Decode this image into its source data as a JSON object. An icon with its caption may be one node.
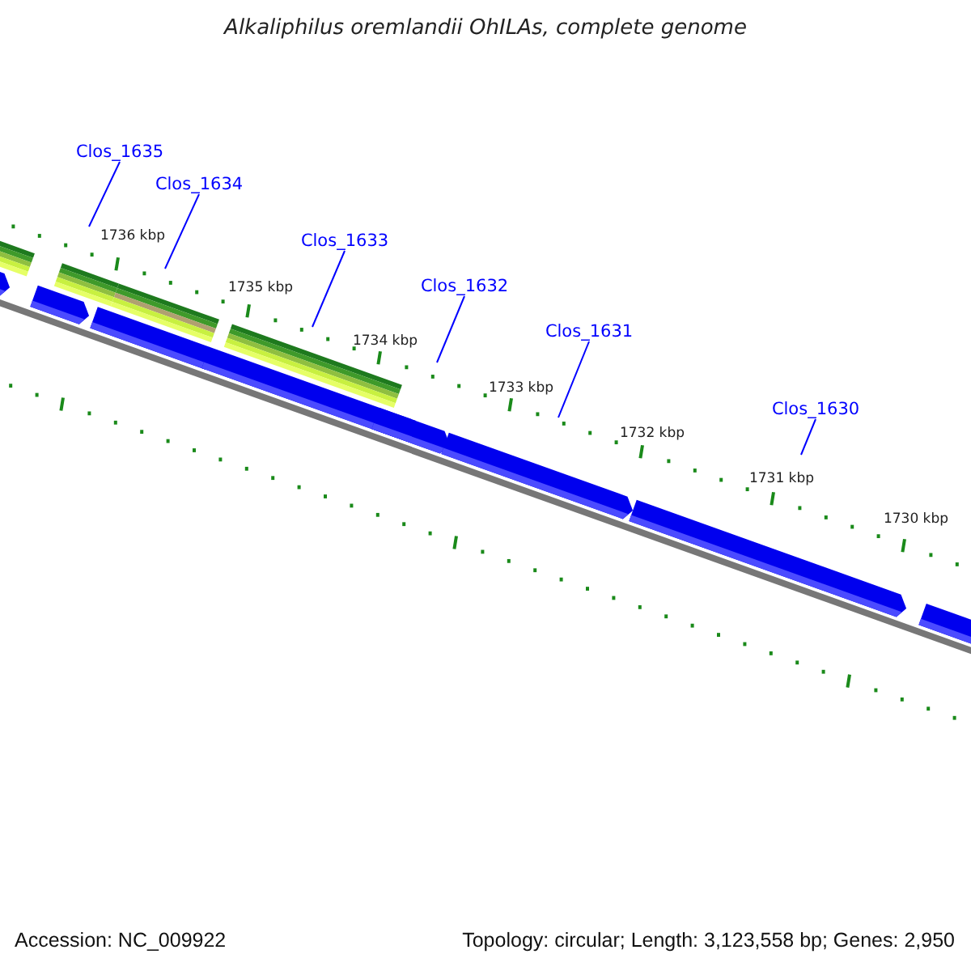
{
  "diagram": {
    "title": "Alkaliphilus oremlandii OhILAs, complete genome",
    "nodes": [
      {
        "text": [
          "Clos_1635"
        ]
      },
      {
        "text": [
          "Clos_1634"
        ]
      },
      {
        "text": [
          "Clos_1633"
        ]
      },
      {
        "text": [
          "Clos_1632"
        ]
      },
      {
        "text": [
          "Clos_1631"
        ]
      },
      {
        "text": [
          "Clos_1630"
        ]
      }
    ],
    "edges": [
      {
        "from": 0,
        "to": null,
        "arrow": "none"
      },
      {
        "from": 1,
        "to": null,
        "arrow": "none"
      },
      {
        "from": 2,
        "to": null,
        "arrow": "none"
      },
      {
        "from": 3,
        "to": null,
        "arrow": "none"
      },
      {
        "from": 4,
        "to": null,
        "arrow": "none"
      },
      {
        "from": 5,
        "to": null,
        "arrow": "none"
      }
    ],
    "labels": [
      "1736 kbp",
      "1735 kbp",
      "1734 kbp",
      "1733 kbp",
      "1732 kbp",
      "1731 kbp",
      "1730 kbp",
      "Accession: NC_009922",
      "Topology: circular; Length: 3,123,558 bp; Genes: 2,950"
    ]
  }
}
